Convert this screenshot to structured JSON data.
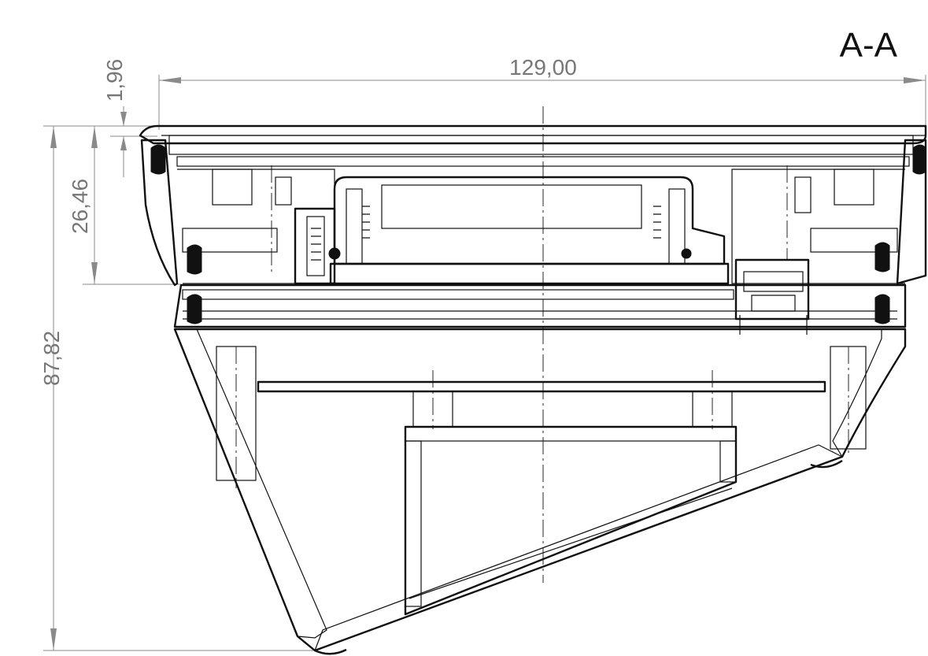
{
  "drawing": {
    "section_label": "A-A",
    "dimensions": {
      "width": "129,00",
      "lid_thickness": "1,96",
      "upper_height": "26,46",
      "total_height": "87,82"
    }
  }
}
